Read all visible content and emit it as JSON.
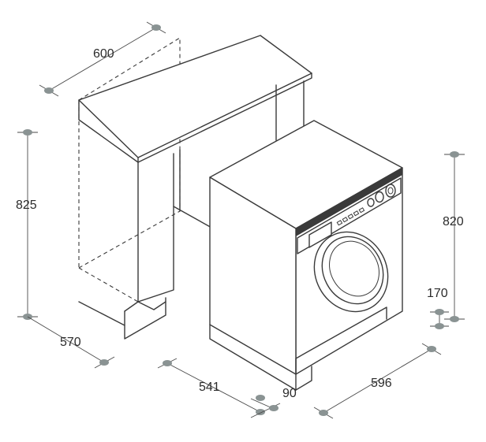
{
  "dimensions": {
    "niche_width": "600",
    "niche_height": "825",
    "niche_depth": "570",
    "machine_depth_body": "541",
    "machine_depth_door": "90",
    "machine_width": "596",
    "machine_height": "820",
    "plinth_height": "170"
  },
  "colors": {
    "line": "#3a3a3a",
    "dimension_dot": "#8a9393",
    "background": "#ffffff"
  }
}
